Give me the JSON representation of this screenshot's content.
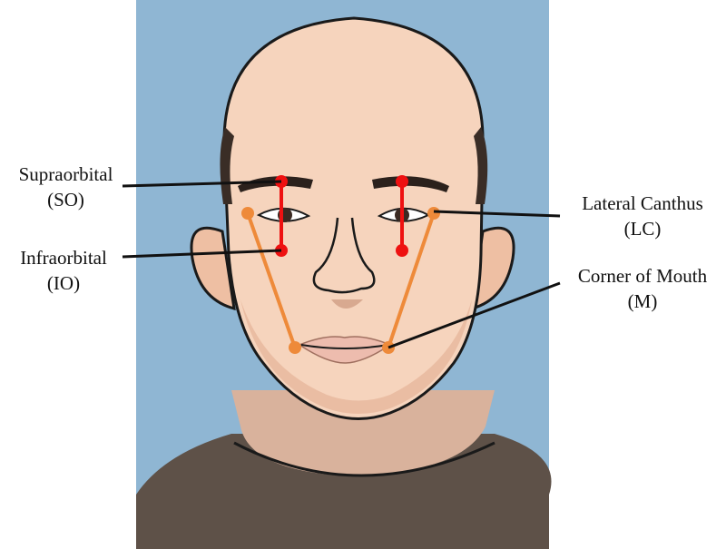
{
  "labels": {
    "supraorbital": {
      "name": "Supraorbital",
      "abbr": "(SO)"
    },
    "infraorbital": {
      "name": "Infraorbital",
      "abbr": "(IO)"
    },
    "lateral_canthus": {
      "name": "Lateral Canthus",
      "abbr": "(LC)"
    },
    "corner_of_mouth": {
      "name": "Corner of Mouth",
      "abbr": "(M)"
    }
  },
  "colors": {
    "background": "#8fb6d3",
    "skin": "#f5d3bc",
    "shirt": "#5e5148",
    "vertical_markers": "#ee1111",
    "diagonal_markers": "#ee8a3a",
    "leader_lines": "#111111"
  }
}
